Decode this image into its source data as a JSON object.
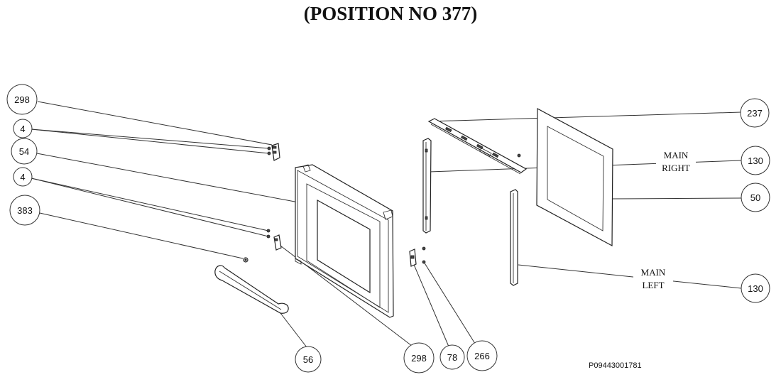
{
  "title": "(POSITION NO 377)",
  "reference_code": "P09443001781",
  "callouts": {
    "c298_top": "298",
    "c4_top": "4",
    "c54": "54",
    "c4_mid": "4",
    "c383": "383",
    "c56": "56",
    "c298_bottom": "298",
    "c78": "78",
    "c266": "266",
    "c237": "237",
    "c130_top": "130",
    "c50": "50",
    "c130_bottom": "130"
  },
  "side_labels": {
    "main_right_line1": "MAIN",
    "main_right_line2": "RIGHT",
    "main_left_line1": "MAIN",
    "main_left_line2": "LEFT"
  }
}
